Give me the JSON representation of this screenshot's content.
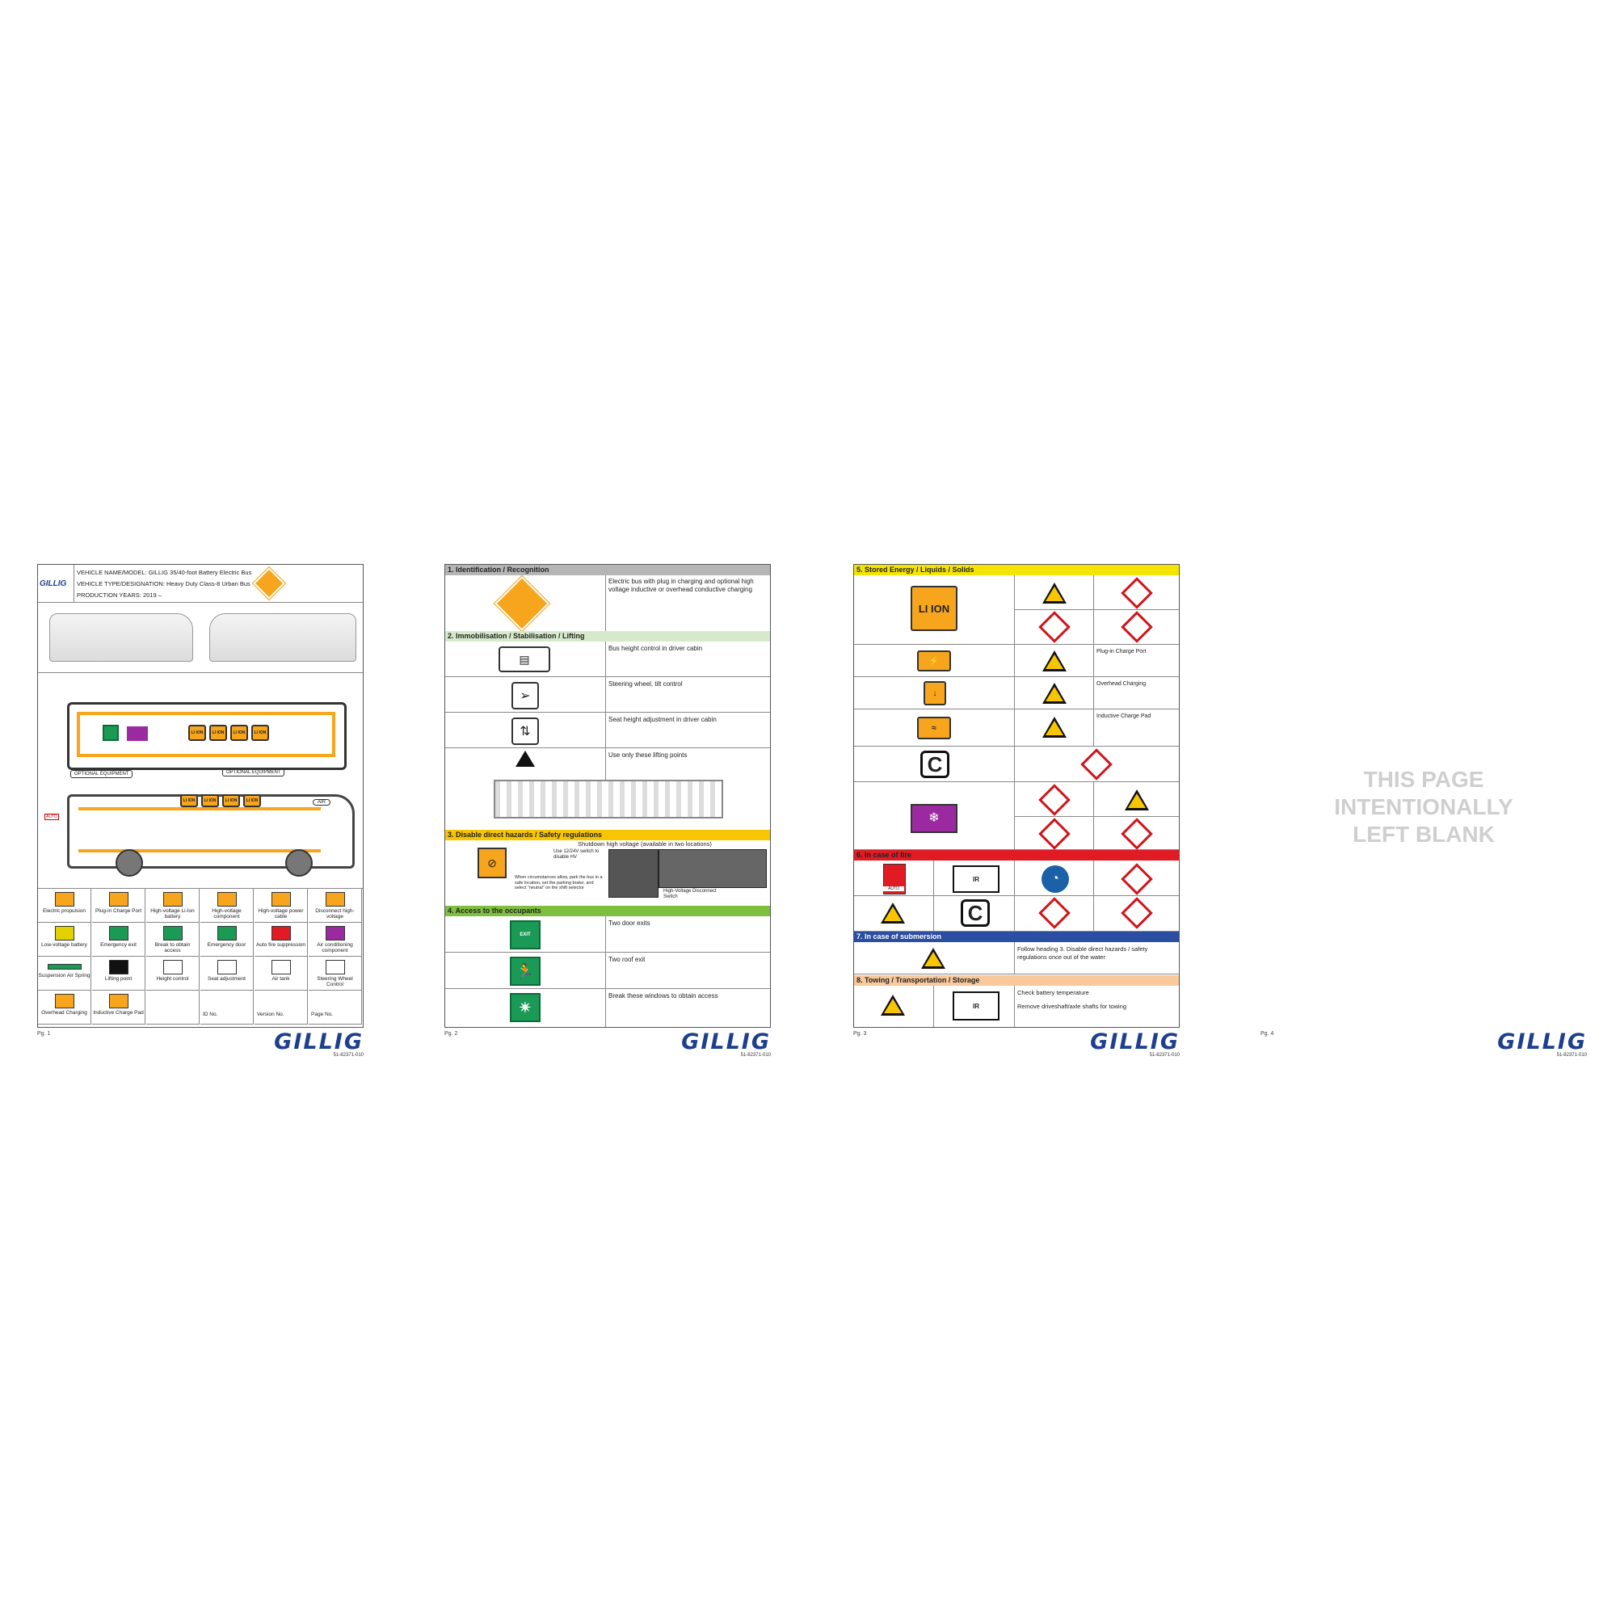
{
  "pages": [
    {
      "page_label": "Pg. 1",
      "logo": "GILLIG",
      "doc_number": "51-82371-010",
      "header": {
        "logo_small": "GILLIG",
        "vehicle_name": "VEHICLE NAME/MODEL: GILLIG 35/40-foot Battery Electric Bus",
        "vehicle_type": "VEHICLE TYPE/DESIGNATION: Heavy Duty Class-8 Urban Bus",
        "production_years": "PRODUCTION YEARS: 2019 –"
      },
      "diagram_labels": {
        "optional_1": "OPTIONAL EQUIPMENT",
        "optional_2": "OPTIONAL EQUIPMENT",
        "li_ion": "LI ION",
        "air": "AIR",
        "auto": "AUTO"
      },
      "legend": [
        {
          "label": "Electric propulsion",
          "icon": "hv-diamond-icon"
        },
        {
          "label": "Plug-in Charge Port",
          "icon": "plug-in-icon"
        },
        {
          "label": "High-voltage Li-Ion battery",
          "icon": "li-ion-icon"
        },
        {
          "label": "High-voltage component",
          "icon": "hv-component-icon"
        },
        {
          "label": "High-voltage power cable",
          "icon": "hv-cable-icon"
        },
        {
          "label": "Disconnect high-voltage",
          "icon": "disconnect-icon"
        },
        {
          "label": "Low-voltage battery",
          "icon": "lv-battery-icon"
        },
        {
          "label": "Emergency exit",
          "icon": "exit-icon"
        },
        {
          "label": "Break to obtain access",
          "icon": "break-glass-icon"
        },
        {
          "label": "Emergency door",
          "icon": "emergency-door-icon"
        },
        {
          "label": "Auto fire suppression",
          "icon": "fire-suppression-icon"
        },
        {
          "label": "Air conditioning component",
          "icon": "ac-icon"
        },
        {
          "label": "Suspension Air Spring",
          "icon": "air-spring-icon"
        },
        {
          "label": "Lifting point",
          "icon": "lifting-point-icon"
        },
        {
          "label": "Height control",
          "icon": "height-control-icon"
        },
        {
          "label": "Seat adjustment",
          "icon": "seat-icon"
        },
        {
          "label": "Air tank",
          "icon": "air-tank-icon"
        },
        {
          "label": "Steering Wheel Control",
          "icon": "steering-icon"
        },
        {
          "label": "Overhead Charging",
          "icon": "overhead-icon"
        },
        {
          "label": "Inductive Charge Pad",
          "icon": "inductive-icon"
        },
        {
          "label": "",
          "icon": ""
        },
        {
          "label": "ID No.",
          "icon": ""
        },
        {
          "label": "Version No.",
          "icon": ""
        },
        {
          "label": "Page No.",
          "icon": ""
        }
      ]
    },
    {
      "page_label": "Pg. 2",
      "logo": "GILLIG",
      "doc_number": "51-82371-010",
      "sections": {
        "s1": "1. Identification / Recognition",
        "s1_text": "Electric bus with plug in charging and optional high voltage inductive or overhead conductive charging",
        "s2": "2. Immobilisation / Stabilisation / Lifting",
        "s2_rows": [
          "Bus height control in driver cabin",
          "Steering wheel, tilt control",
          "Seat height adjustment in driver cabin",
          "Use only these lifting points"
        ],
        "s3": "3. Disable direct hazards / Safety regulations",
        "s3_title": "Shutdown high voltage (available in two locations)",
        "s3_switch": "Use 12/24V switch to disable HV",
        "s3_instr": "When circumstances allow, park the bus in a safe location, set the parking brake, and select \"neutral\" on the shift selector",
        "s3_hv": "High-Voltage Disconnect Switch",
        "s4": "4. Access to the occupants",
        "s4_rows": [
          "Two door exits",
          "Two roof exit",
          "Break these windows to obtain access"
        ],
        "exit_label": "EXIT"
      }
    },
    {
      "page_label": "Pg. 3",
      "logo": "GILLIG",
      "doc_number": "51-82371-010",
      "sections": {
        "s5": "5. Stored Energy / Liquids / Solids",
        "li_ion": "LI ION",
        "plug_in": "Plug-in Charge Port",
        "overhead": "Overhead Charging",
        "inductive": "Inductive Charge Pad",
        "corrosive": "C",
        "s6": "6. In case of fire",
        "auto": "AUTO",
        "ir": "IR",
        "s7": "7. In case of submersion",
        "s7_text": "Follow heading 3. Disable direct hazards / safety regulations once out of the water",
        "s8": "8. Towing / Transportation / Storage",
        "s8_text1": "Check battery temperature",
        "s8_text2": "Remove driveshaft/axle shafts for towing"
      },
      "colors": {
        "s5": "#f5e400",
        "s6": "#e01b24",
        "s7": "#2b4da2",
        "s8": "#f9c89b"
      }
    },
    {
      "page_label": "Pg. 4",
      "logo": "GILLIG",
      "doc_number": "51-82371-010",
      "blank_text": [
        "THIS PAGE",
        "INTENTIONALLY",
        "LEFT BLANK"
      ]
    }
  ]
}
